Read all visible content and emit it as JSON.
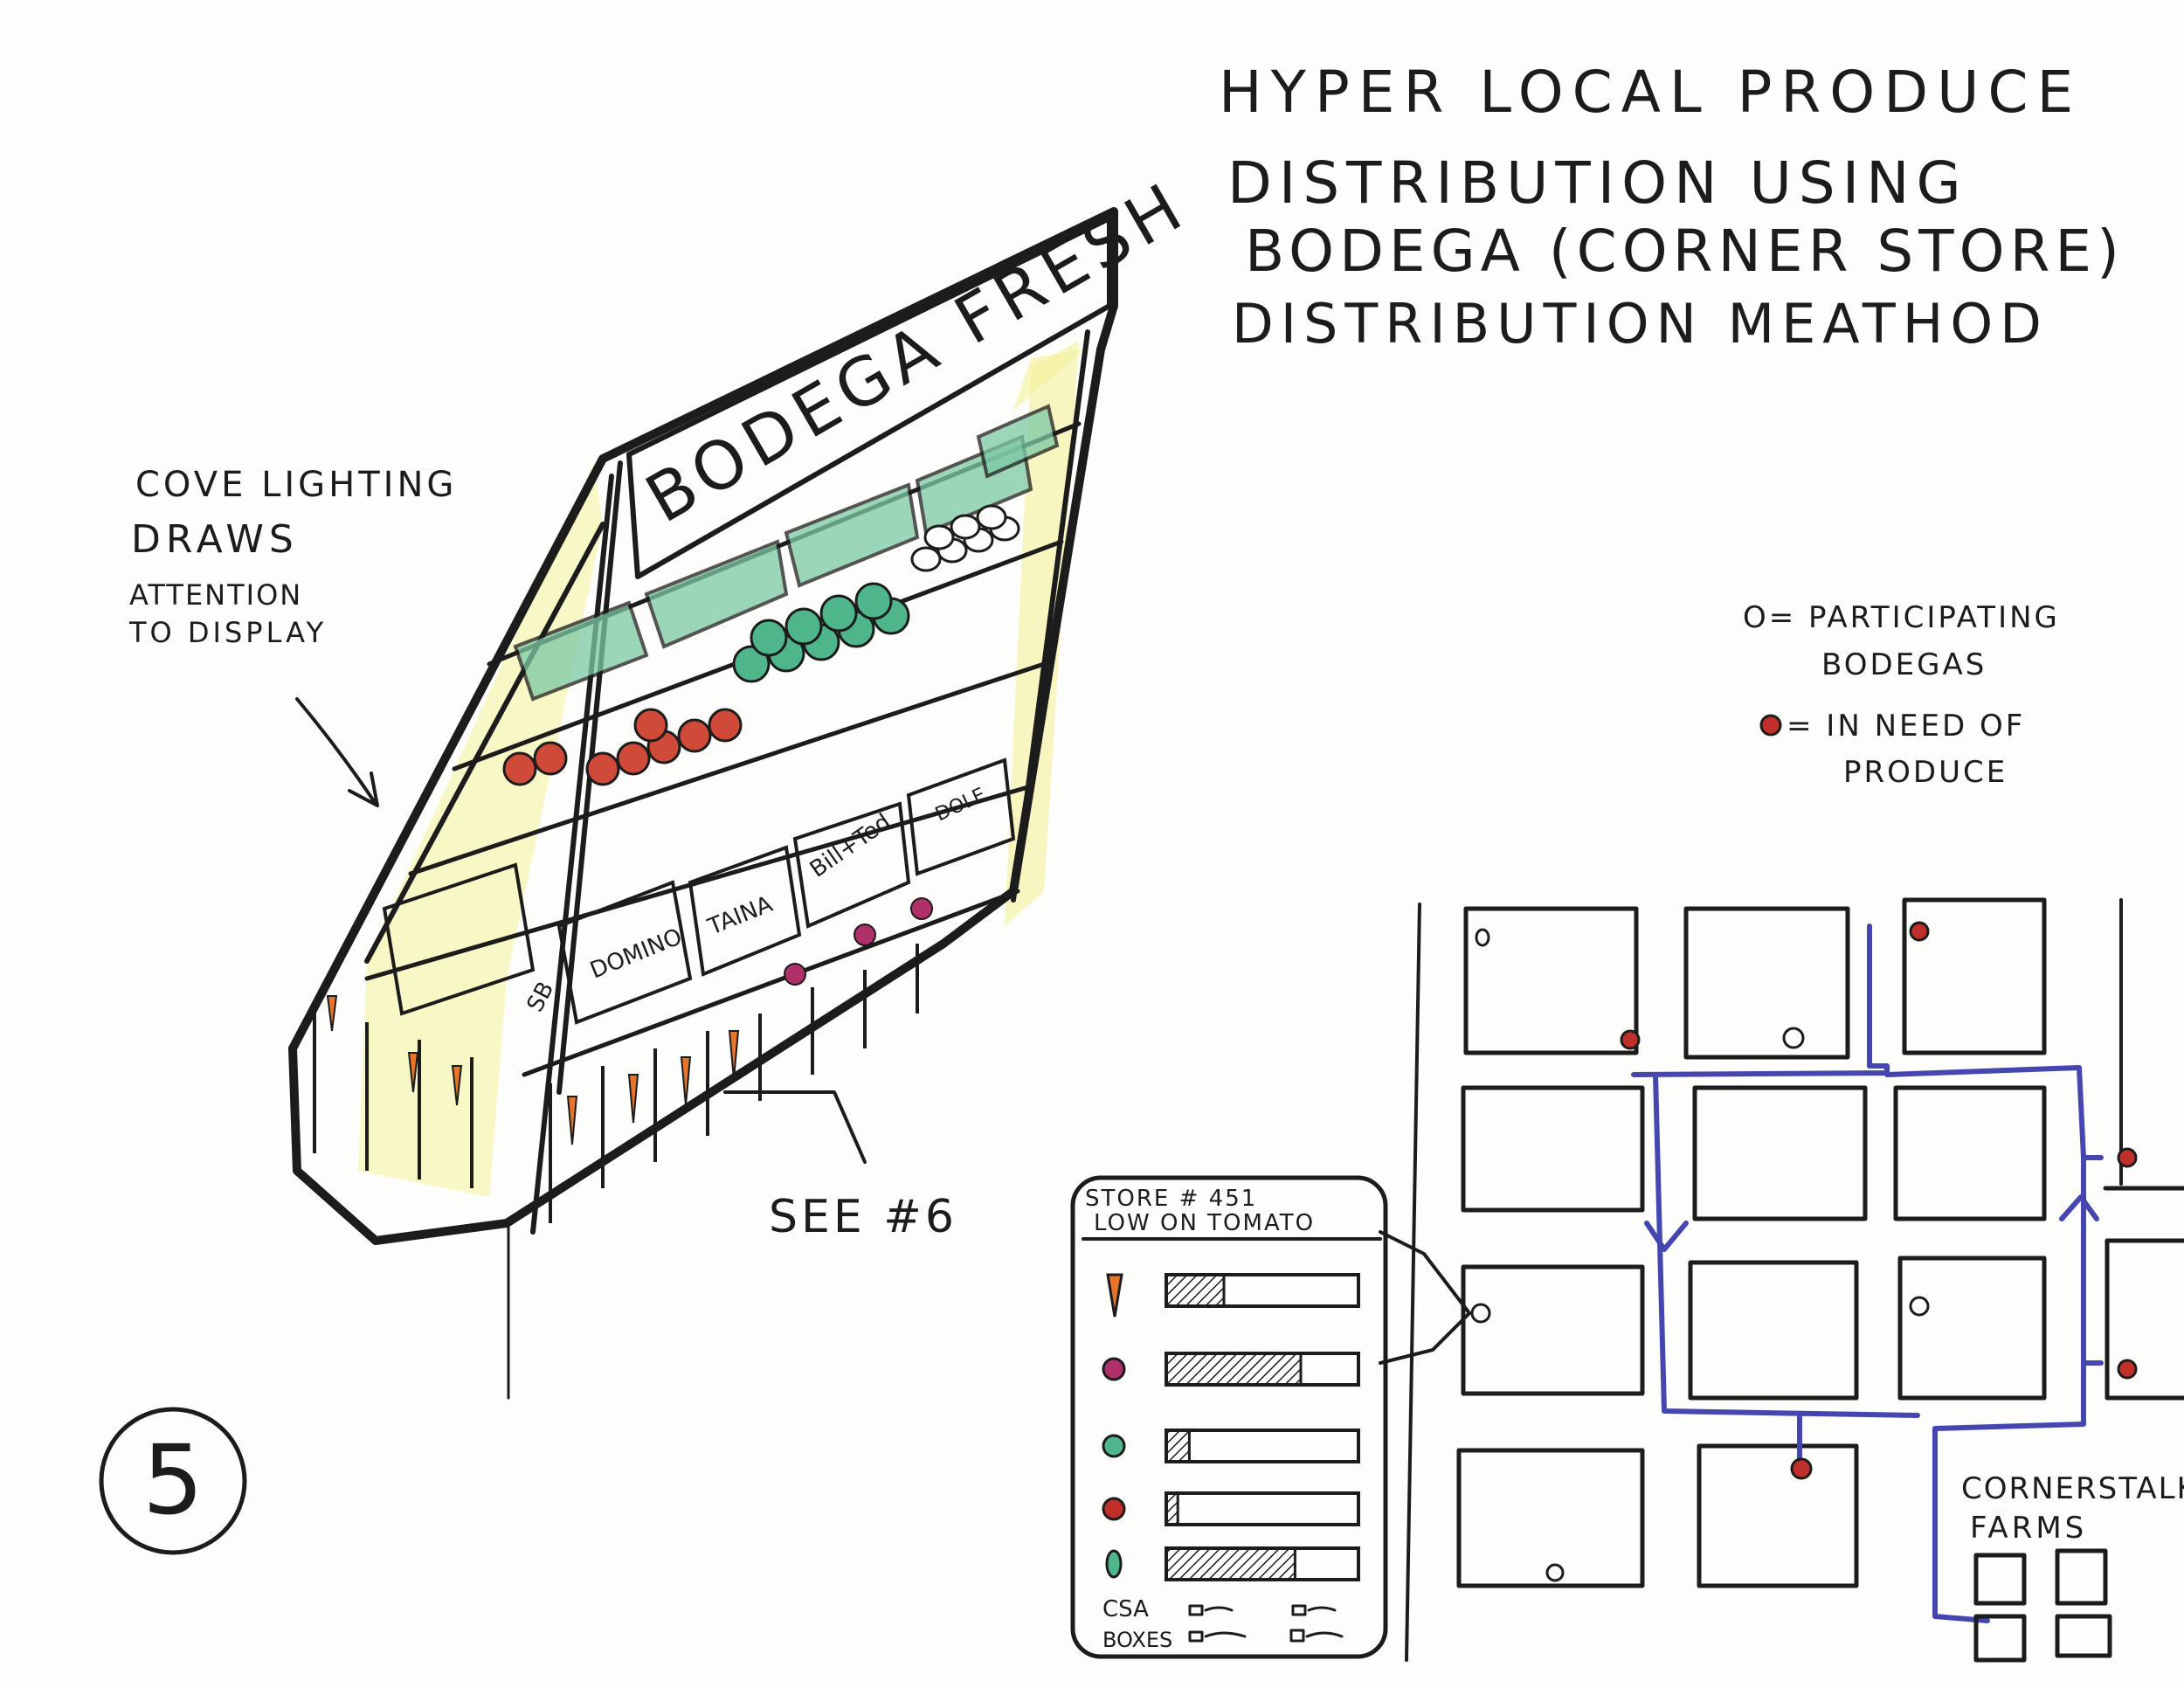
{
  "title": {
    "line1": "HYPER LOCAL PRODUCE",
    "line2": "DISTRIBUTION USING",
    "line3": "BODEGA (CORNER STORE)",
    "line4": "DISTRIBUTION MEATHOD"
  },
  "display": {
    "sign": "BODEGA FRESH",
    "box_labels": [
      "SB",
      "DOMINO",
      "TAINA",
      "Bill+Ted",
      "DOLE"
    ]
  },
  "annotations": {
    "cove_line1": "COVE LIGHTING",
    "cove_line2": "DRAWS",
    "cove_line3": "ATTENTION",
    "cove_line4": "TO DISPLAY",
    "see_ref": "SEE #6"
  },
  "page_number": "5",
  "legend": {
    "participating_line1": "O= PARTICIPATING",
    "participating_line2": "BODEGAS",
    "need_line1": "= IN NEED OF",
    "need_line2": "PRODUCE"
  },
  "store_card": {
    "title_line1": "STORE # 451",
    "title_line2": "LOW ON TOMATO",
    "items": [
      {
        "produce": "carrot",
        "stock": 0.3
      },
      {
        "produce": "beet",
        "stock": 0.7
      },
      {
        "produce": "green-round",
        "stock": 0.12
      },
      {
        "produce": "tomato",
        "stock": 0.06
      },
      {
        "produce": "cucumber",
        "stock": 0.67
      }
    ],
    "csa_line1": "CSA",
    "csa_line2": "BOXES"
  },
  "farm_label_line1": "CORNERSTALK",
  "farm_label_line2": "FARMS",
  "colors": {
    "ink": "#1c1c1c",
    "route": "#4646b0",
    "need_dot": "#c0302a",
    "leafy": "#4fb58a",
    "cove_light": "#f4f29a",
    "carrot": "#e8742a",
    "beet": "#b0306a"
  }
}
